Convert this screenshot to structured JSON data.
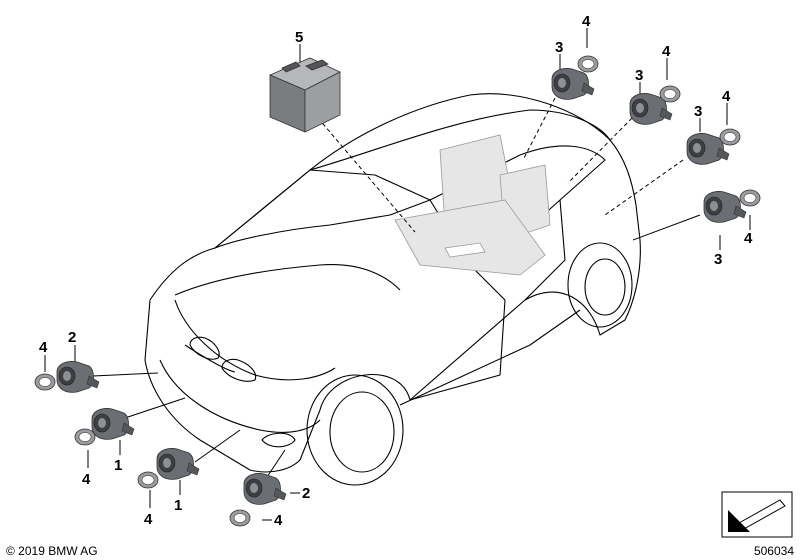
{
  "callouts": {
    "control_unit": "5",
    "rear_sensor_a": "3",
    "rear_ring_a": "4",
    "rear_sensor_b": "3",
    "rear_ring_b": "4",
    "rear_sensor_c": "3",
    "rear_ring_c": "4",
    "rear_sensor_d": "3",
    "rear_ring_d": "4",
    "front_left_ring": "4",
    "front_left_sensor": "2",
    "front_mid_sensor": "1",
    "front_mid_ring": "4",
    "front_center_sensor": "1",
    "front_center_ring": "4",
    "front_right_sensor": "2",
    "front_right_ring": "4"
  },
  "footer": {
    "copyright": "© 2019 BMW AG",
    "part_number": "506034"
  },
  "colors": {
    "line": "#000000",
    "sensor": "#6b6e72",
    "ring": "#9a9c9f",
    "seat": "#e6e6e6",
    "ecu": "#8a8c8f"
  }
}
